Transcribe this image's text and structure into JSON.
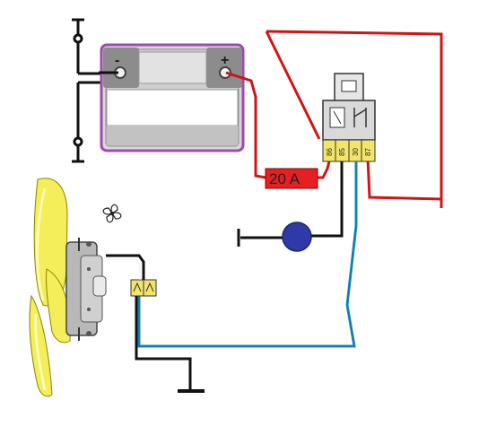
{
  "battery": {
    "negative_label": "-",
    "positive_label": "+"
  },
  "fuse": {
    "label": "20 A"
  },
  "relay": {
    "pins": [
      "86",
      "85",
      "30",
      "87"
    ]
  },
  "icons": {
    "fan": "fan-icon",
    "switch": "thermo-switch-icon",
    "ground": "ground-icon"
  },
  "colors": {
    "power_wire": "#d11414",
    "ground_wire": "#111111",
    "signal_wire": "#1a8fc0",
    "battery_border": "#a04ab0",
    "fan_blade": "#f3ee5a",
    "switch_knob": "#2f3aa8",
    "fuse": "#e62020"
  }
}
